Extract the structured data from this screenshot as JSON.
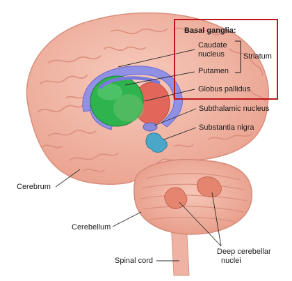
{
  "colors": {
    "brain": "#f2b3a3",
    "brain_fold": "#dd8d7c",
    "caudate": "#8f8fe6",
    "putamen": "#2fb34f",
    "globus_pallidus": "#e2675a",
    "substantia_nigra": "#4ba7c8",
    "nuclei": "#e3856f",
    "box": "#c0151b"
  },
  "labels": {
    "basal_ganglia": "Basal ganglia:",
    "caudate_line1": "Caudate",
    "caudate_line2": "nucleus",
    "putamen": "Putamen",
    "striatum": "Striatum",
    "globus_pallidus": "Globus pallidus",
    "subthalamic": "Subthalamic nucleus",
    "substantia_nigra": "Substantia nigra",
    "cerebrum": "Cerebrum",
    "cerebellum": "Cerebellum",
    "spinal_cord": "Spinal cord",
    "deep_line1": "Deep cerebellar",
    "deep_line2": "nuclei"
  }
}
